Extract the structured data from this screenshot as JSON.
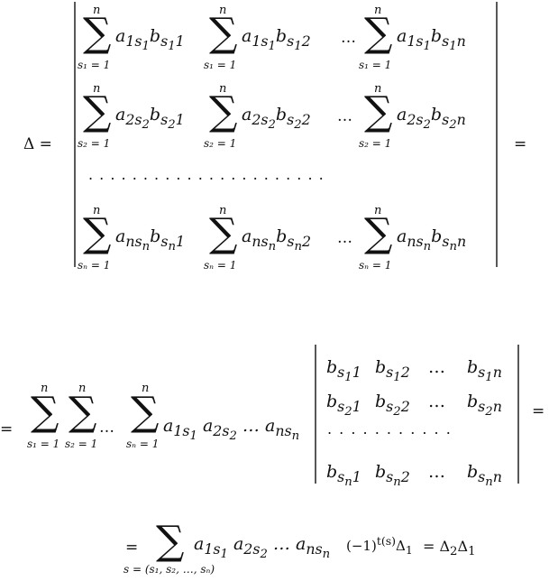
{
  "equation_1": {
    "lhs": "Δ =",
    "rhs": "=",
    "rows": [
      {
        "cells": [
          {
            "sum_top": "n",
            "sum_sym": "∑",
            "term_html": "a<sub>1s<sub>1</sub></sub>b<sub>s<sub>1</sub>1</sub>",
            "sum_bottom": "s₁ = 1"
          },
          {
            "sum_top": "n",
            "sum_sym": "∑",
            "term_html": "a<sub>1s<sub>1</sub></sub>b<sub>s<sub>1</sub>2</sub>",
            "sum_bottom": "s₁ = 1"
          },
          {
            "sum_top": "n",
            "sum_sym": "∑",
            "term_html": "a<sub>1s<sub>1</sub></sub>b<sub>s<sub>1</sub>n</sub>",
            "sum_bottom": "s₁ = 1"
          }
        ]
      },
      {
        "cells": [
          {
            "sum_top": "n",
            "sum_sym": "∑",
            "term_html": "a<sub>2s<sub>2</sub></sub>b<sub>s<sub>2</sub>1</sub>",
            "sum_bottom": "s₂ = 1"
          },
          {
            "sum_top": "n",
            "sum_sym": "∑",
            "term_html": "a<sub>2s<sub>2</sub></sub>b<sub>s<sub>2</sub>2</sub>",
            "sum_bottom": "s₂ = 1"
          },
          {
            "sum_top": "n",
            "sum_sym": "∑",
            "term_html": "a<sub>2s<sub>2</sub></sub>b<sub>s<sub>2</sub>n</sub>",
            "sum_bottom": "s₂ = 1"
          }
        ]
      },
      {
        "cells": [
          {
            "sum_top": "n",
            "sum_sym": "∑",
            "term_html": "a<sub>ns<sub>n</sub></sub>b<sub>s<sub>n</sub>1</sub>",
            "sum_bottom": "sₙ = 1"
          },
          {
            "sum_top": "n",
            "sum_sym": "∑",
            "term_html": "a<sub>ns<sub>n</sub></sub>b<sub>s<sub>n</sub>2</sub>",
            "sum_bottom": "sₙ = 1"
          },
          {
            "sum_top": "n",
            "sum_sym": "∑",
            "term_html": "a<sub>ns<sub>n</sub></sub>b<sub>s<sub>n</sub>n</sub>",
            "sum_bottom": "sₙ = 1"
          }
        ]
      }
    ],
    "ellipsis": "…",
    "dot_row": ". . . . . . . . . . . . . . . . . . . . . ."
  },
  "equation_2": {
    "lead": "=",
    "sum1_top": "n",
    "sum1_bottom": "s₁ = 1",
    "sum2_top": "n",
    "sum2_bottom": "s₂ = 1",
    "sum_dots": "…",
    "sum3_top": "n",
    "sum3_bottom": "sₙ = 1",
    "product_html": "a<sub>1s<sub>1</sub></sub> a<sub>2s<sub>2</sub></sub> … a<sub>ns<sub>n</sub></sub>",
    "matrix_rows_html": [
      [
        "b<sub>s<sub>1</sub>1</sub>",
        "b<sub>s<sub>1</sub>2</sub>",
        "…",
        "b<sub>s<sub>1</sub>n</sub>"
      ],
      [
        "b<sub>s<sub>2</sub>1</sub>",
        "b<sub>s<sub>2</sub>2</sub>",
        "…",
        "b<sub>s<sub>2</sub>n</sub>"
      ],
      [
        "b<sub>s<sub>n</sub>1</sub>",
        "b<sub>s<sub>n</sub>2</sub>",
        "…",
        "b<sub>s<sub>n</sub>n</sub>"
      ]
    ],
    "dot_row": ". . . . . . . . . . .",
    "trail": "="
  },
  "equation_3": {
    "lead": "=",
    "sum_bottom": "s = (s₁, s₂, …, sₙ)",
    "product_html": "a<sub>1s<sub>1</sub></sub> a<sub>2s<sub>2</sub></sub> … a<sub>ns<sub>n</sub></sub>",
    "sign_html": "(−1)<sup>t(s)</sup>Δ<sub>1</sub>",
    "result_html": "= Δ<sub>2</sub>Δ<sub>1</sub>"
  }
}
